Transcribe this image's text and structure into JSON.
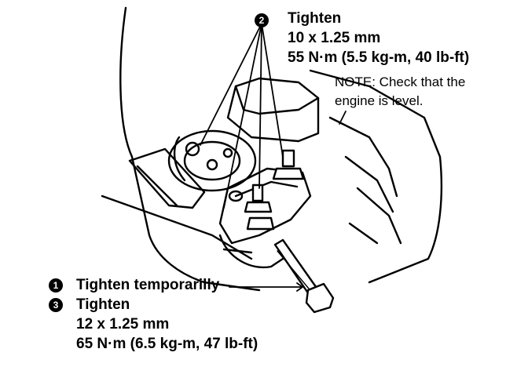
{
  "callouts": {
    "top": {
      "step": "2",
      "action": "Tighten",
      "size": "10 x 1.25 mm",
      "torque": "55 N·m (5.5 kg-m, 40 lb-ft)",
      "note_line1": "NOTE: Check that the",
      "note_line2": "engine is level."
    },
    "bottom": {
      "step1": "1",
      "action1": "Tighten temporarilly",
      "step3": "3",
      "action3": "Tighten",
      "size": "12 x 1.25 mm",
      "torque": "65 N·m (6.5 kg-m, 47 lb-ft)"
    }
  },
  "icons": [
    "step-number-badge-icon",
    "bolt-icon",
    "engine-mount-bracket-icon"
  ],
  "colors": {
    "ink": "#000000",
    "paper": "#ffffff"
  }
}
